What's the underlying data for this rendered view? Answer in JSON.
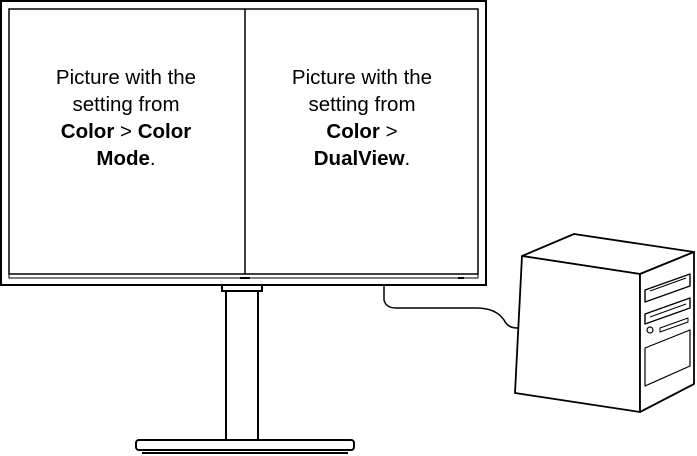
{
  "left_pane": {
    "line1": "Picture with the",
    "line2": "setting from",
    "bold1": "Color",
    "sep": " > ",
    "bold2": "Color",
    "bold3": "Mode",
    "end": "."
  },
  "right_pane": {
    "line1": "Picture with the",
    "line2": "setting from",
    "bold1": "Color",
    "sep": " >",
    "bold2": "DualView",
    "end": "."
  },
  "icons": {
    "monitor": "monitor-icon",
    "stand": "monitor-stand-icon",
    "cable": "cable-icon",
    "computer": "desktop-tower-icon"
  },
  "colors": {
    "stroke": "#000000",
    "background": "#ffffff"
  }
}
